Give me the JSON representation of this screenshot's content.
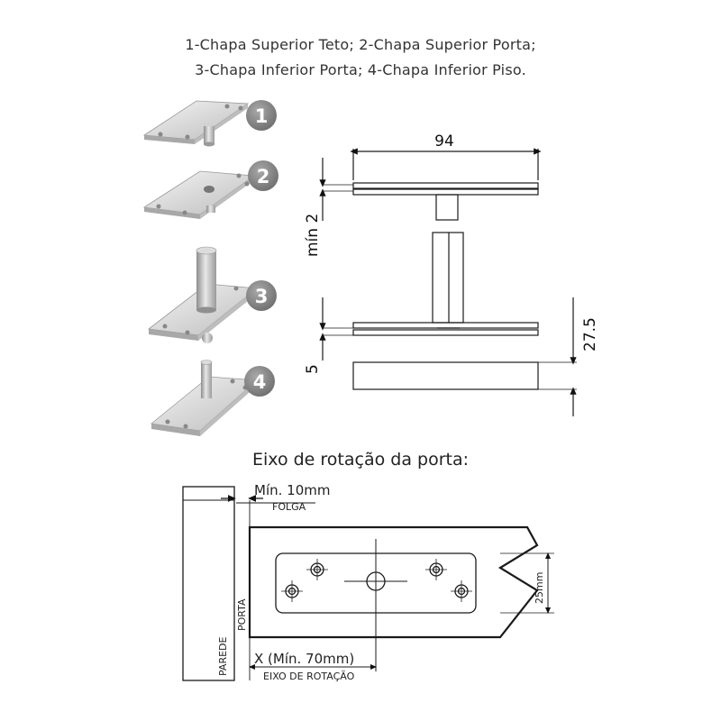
{
  "caption": {
    "line1": "1-Chapa Superior Teto; 2-Chapa Superior Porta;",
    "line2": "3-Chapa Inferior Porta; 4-Chapa Inferior Piso."
  },
  "parts": [
    {
      "number": "1"
    },
    {
      "number": "2"
    },
    {
      "number": "3"
    },
    {
      "number": "4"
    }
  ],
  "dimensions": {
    "width": "94",
    "min_gap": "mín 2",
    "thickness": "5",
    "height": "27.5"
  },
  "section": {
    "title": "Eixo de rotação da porta:"
  },
  "plan": {
    "clearance": "Mín. 10mm",
    "clearance_sub": "FOLGA",
    "axis_distance": "X (Mín. 70mm)",
    "axis_sub": "EIXO DE ROTAÇÃO",
    "wall": "PAREDE",
    "door": "PORTA",
    "depth": "25mm"
  },
  "colors": {
    "line": "#1a1a1a",
    "badge": "#8a8a8a",
    "plate": "#d9d9d9"
  }
}
